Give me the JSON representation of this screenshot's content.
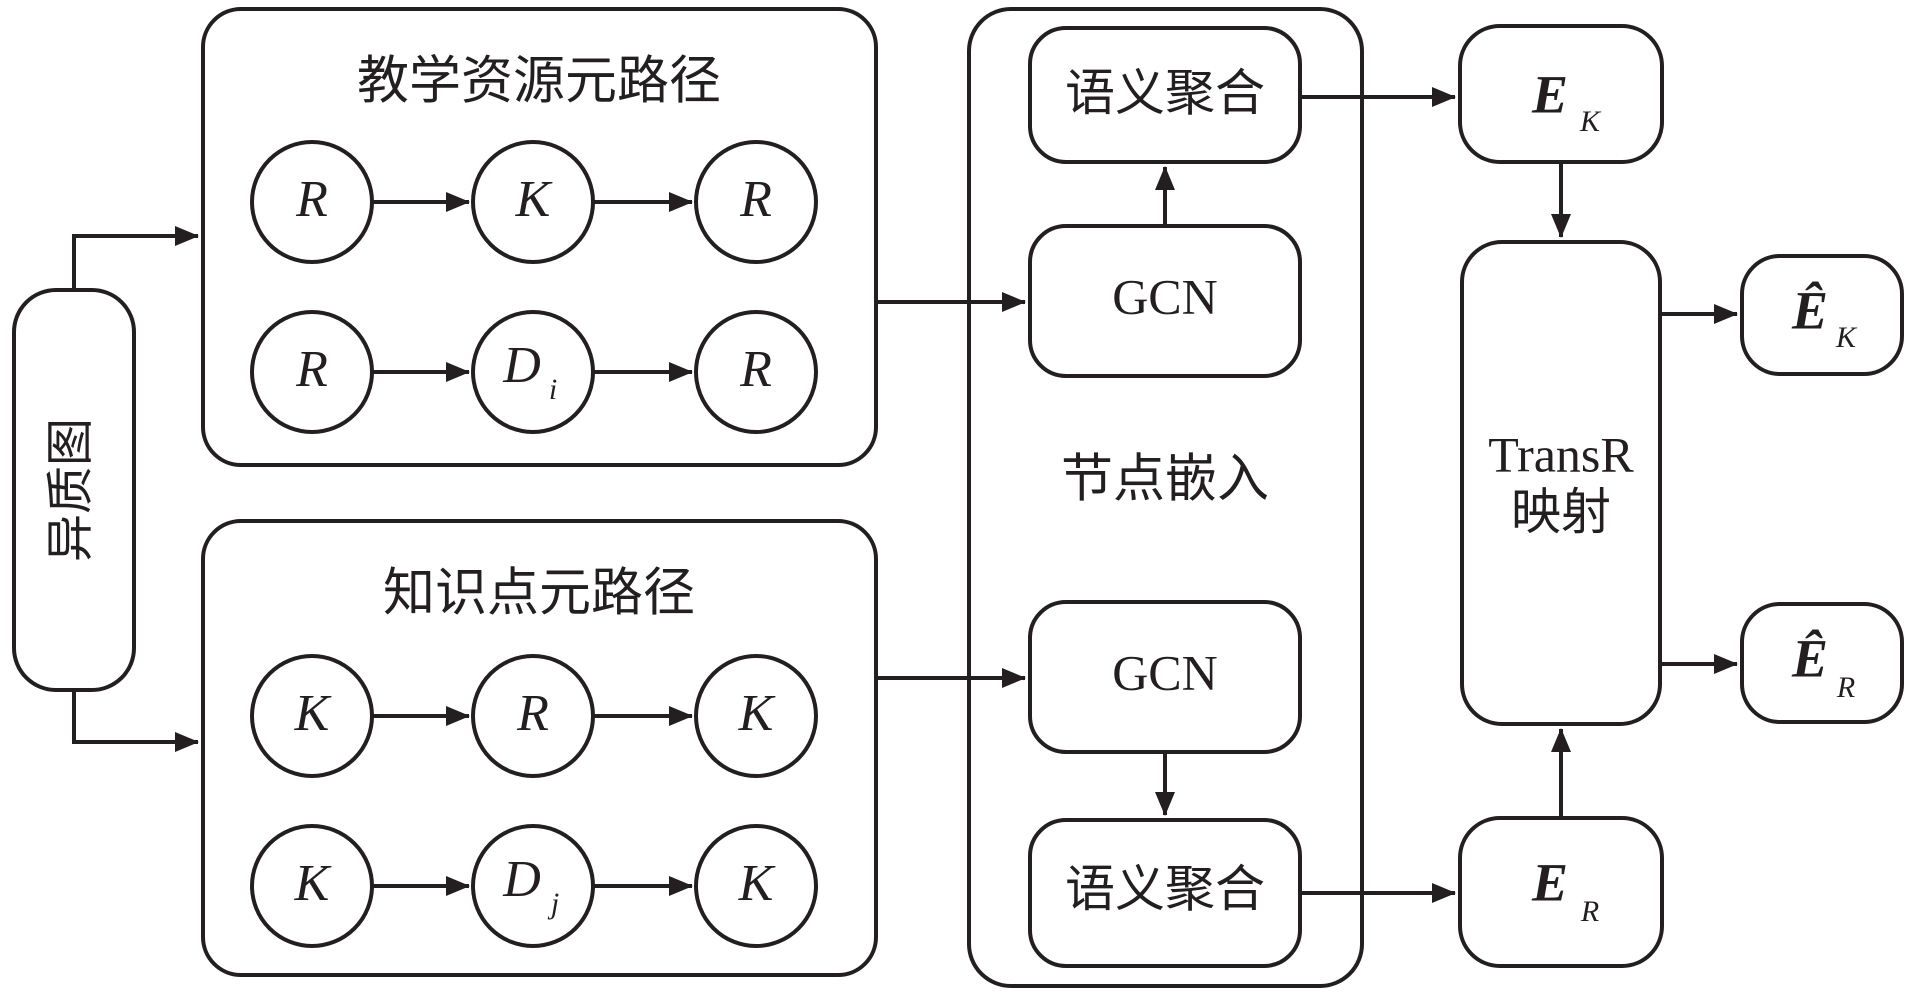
{
  "heterogeneous_graph": {
    "label": "异质图"
  },
  "resource_meta_paths": {
    "title": "教学资源元路径",
    "path1": [
      "R",
      "K",
      "R"
    ],
    "path2": {
      "n1": "R",
      "n2_main": "D",
      "n2_sub": "i",
      "n3": "R"
    }
  },
  "knowledge_meta_paths": {
    "title": "知识点元路径",
    "path1": [
      "K",
      "R",
      "K"
    ],
    "path2": {
      "n1": "K",
      "n2_main": "D",
      "n2_sub": "j",
      "n3": "K"
    }
  },
  "node_embedding": {
    "label": "节点嵌入",
    "semantic_agg_top": "语义聚合",
    "gcn_top": "GCN",
    "gcn_bottom": "GCN",
    "semantic_agg_bottom": "语义聚合"
  },
  "embeddings": {
    "ek": {
      "main": "E",
      "sub": "K"
    },
    "er": {
      "main": "E",
      "sub": "R"
    }
  },
  "transr": {
    "line1": "TransR",
    "line2": "映射"
  },
  "outputs": {
    "ek_hat": {
      "main": "Ê",
      "sub": "K"
    },
    "er_hat": {
      "main": "Ê",
      "sub": "R"
    }
  },
  "colors": {
    "stroke": "#231f20",
    "background": "#ffffff"
  }
}
